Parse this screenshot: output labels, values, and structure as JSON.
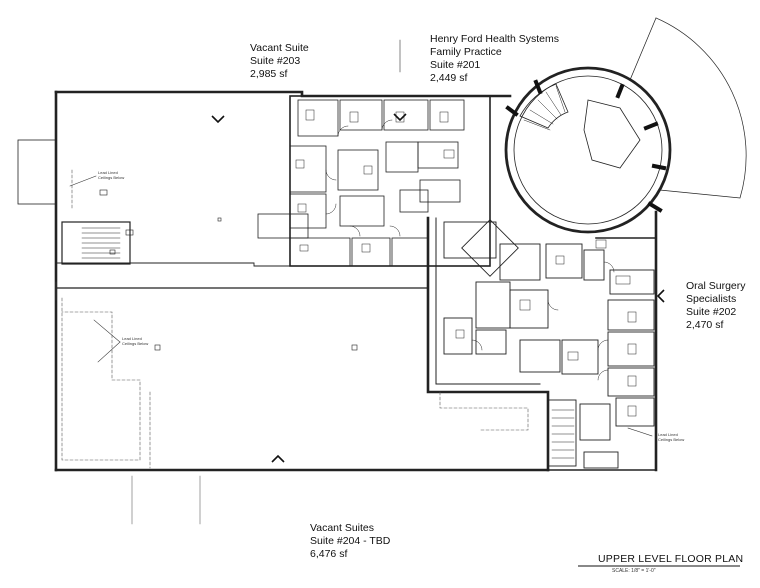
{
  "plan": {
    "title": "UPPER LEVEL FLOOR PLAN",
    "scale": "SCALE:  1/8\" = 1'-0\""
  },
  "suites": {
    "s203": {
      "name": "Vacant Suite",
      "number": "Suite #203",
      "area": "2,985 sf"
    },
    "s201": {
      "name": "Henry Ford Health Systems",
      "name2": "Family Practice",
      "number": "Suite #201",
      "area": "2,449 sf"
    },
    "s202": {
      "name": "Oral Surgery",
      "name2": "Specialists",
      "number": "Suite #202",
      "area": "2,470 sf"
    },
    "s204": {
      "name": "Vacant Suites",
      "number": "Suite #204 - TBD",
      "area": "6,476 sf"
    }
  },
  "notes": {
    "lead_left_top": [
      "Lead Lined",
      "Ceilings Below"
    ],
    "lead_left_mid": [
      "Lead Lined",
      "Ceilings Below"
    ],
    "lead_right": [
      "Lead Lined",
      "Ceilings Below"
    ]
  }
}
